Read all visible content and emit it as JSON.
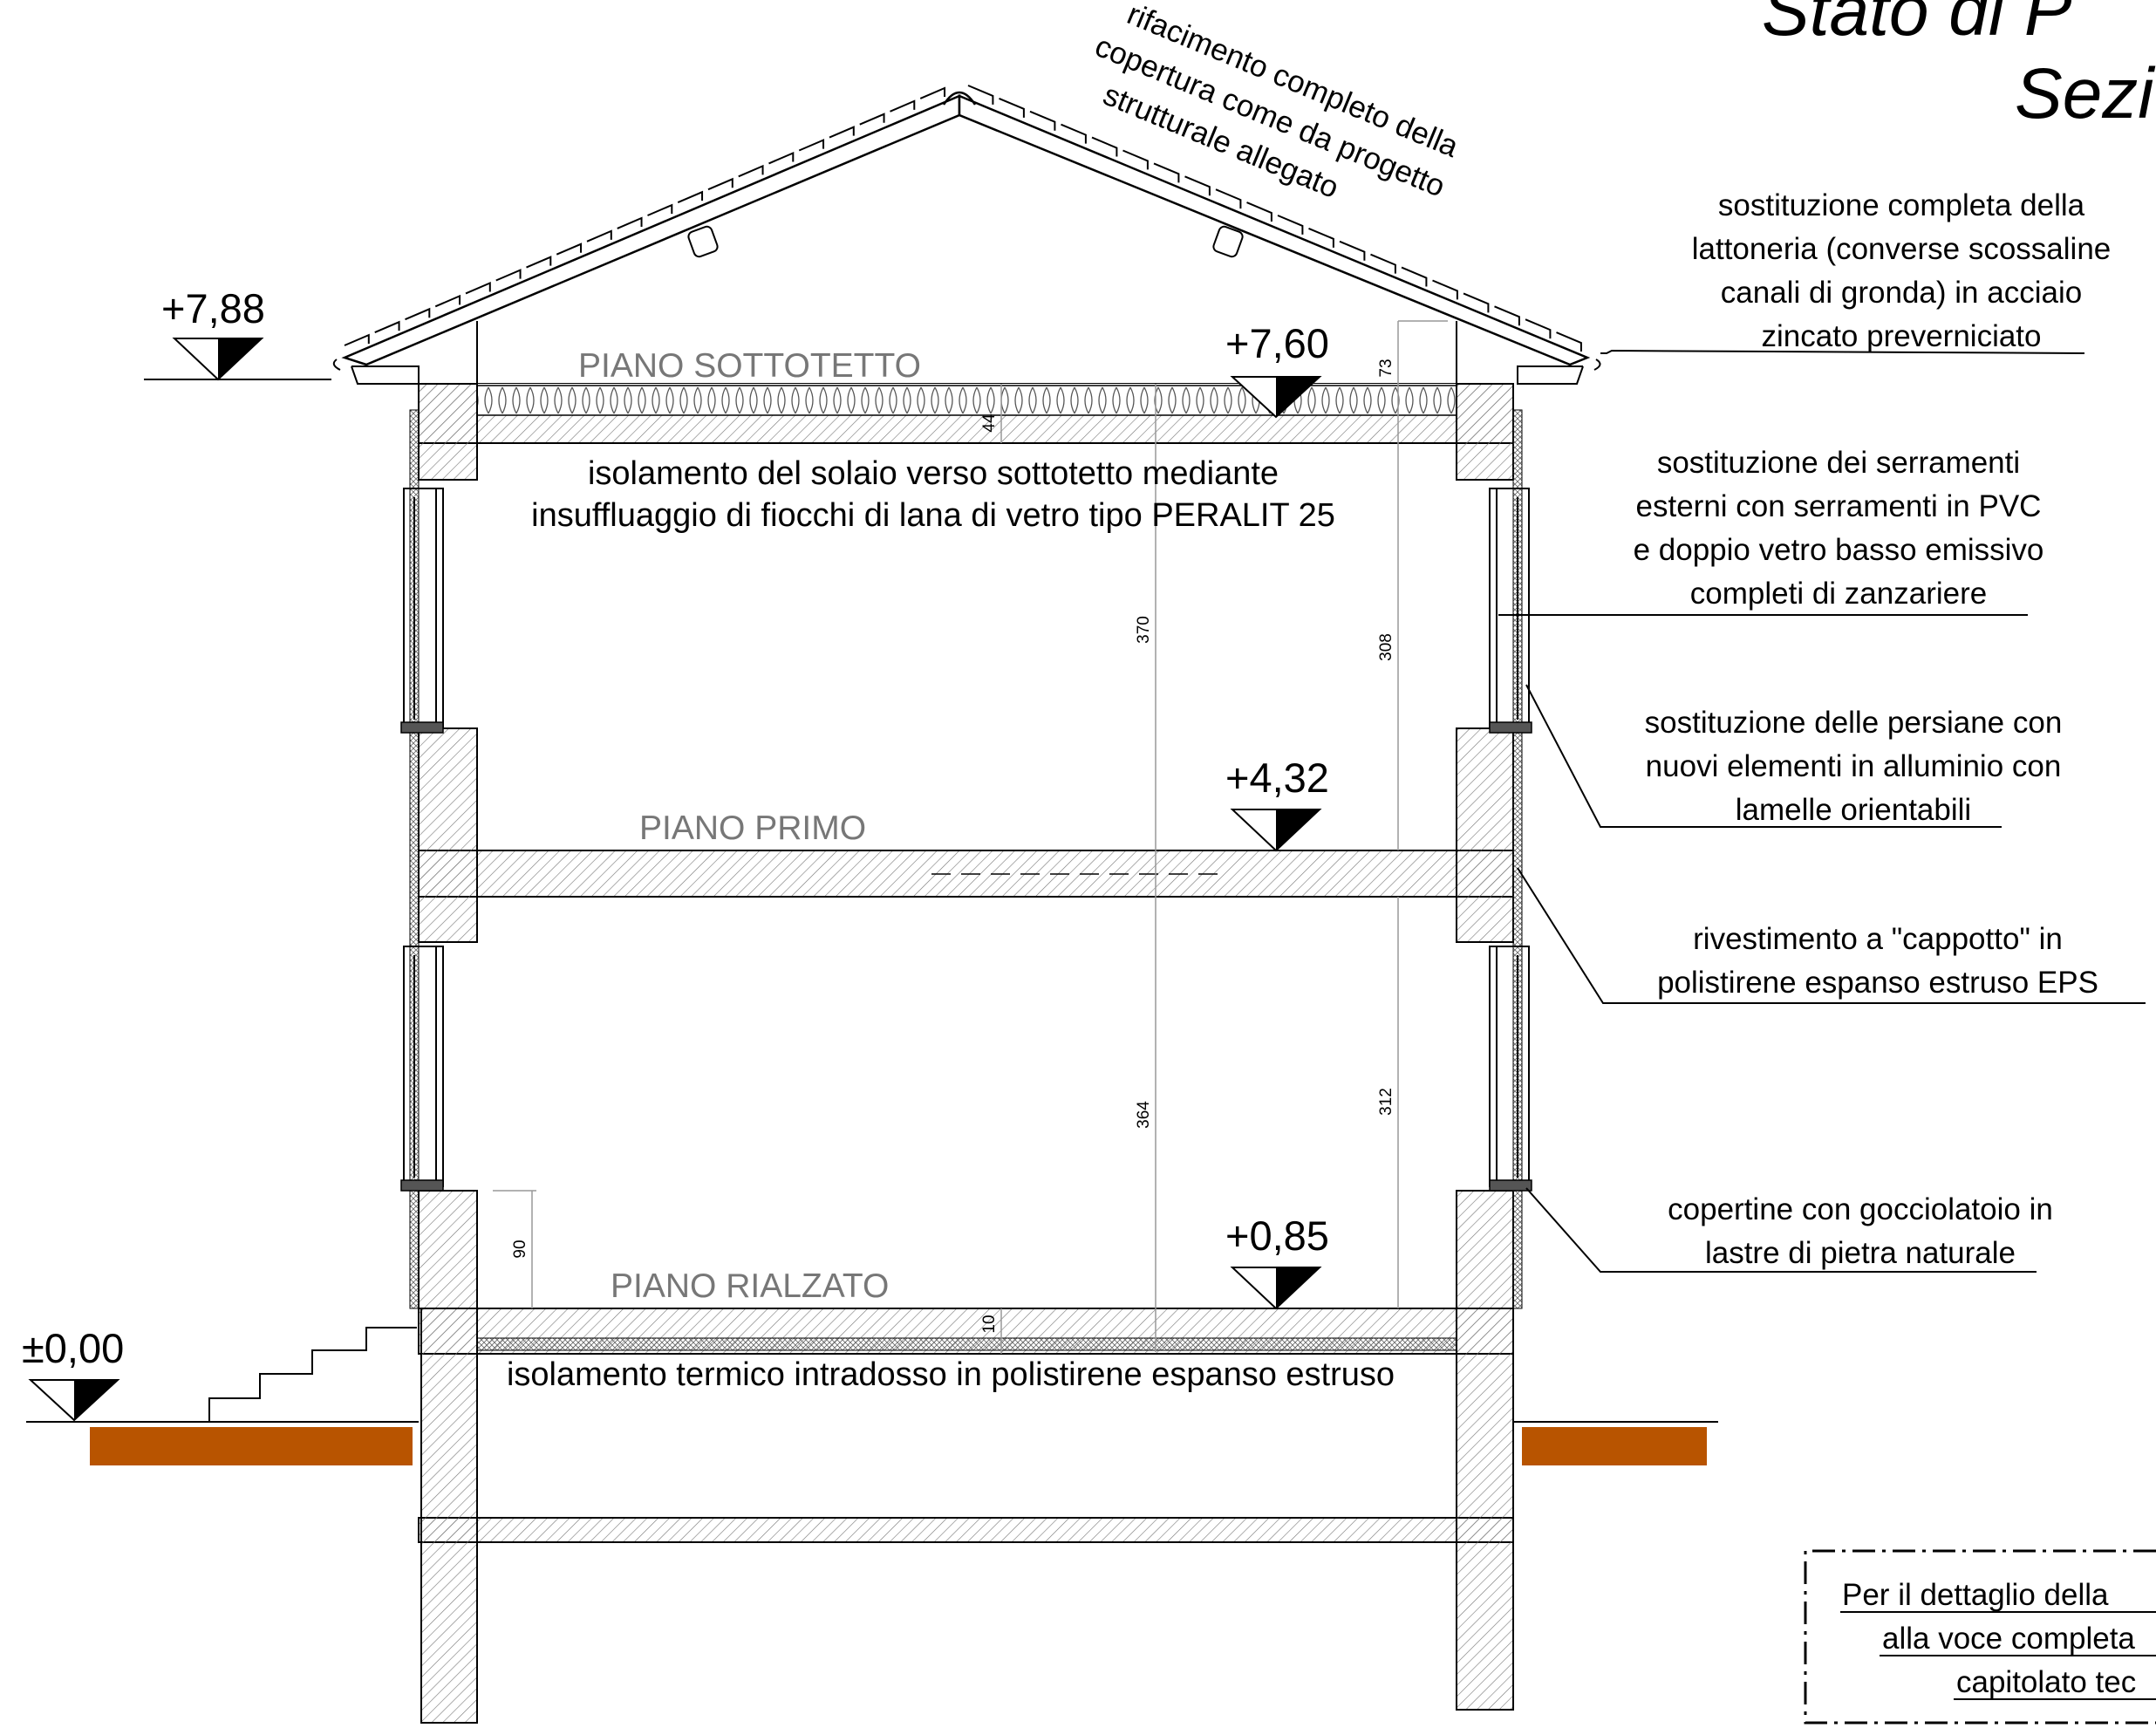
{
  "title": {
    "line1": "Stato di P",
    "line2": "Sezio"
  },
  "levels": {
    "attic_ridge": "+7,88",
    "attic": "+7,60",
    "first": "+4,32",
    "ground": "+0,85",
    "zero": "±0,00"
  },
  "floors": {
    "attic": "PIANO SOTTOTETTO",
    "first": "PIANO PRIMO",
    "ground": "PIANO RIALZATO"
  },
  "dimensions": {
    "d44": "44",
    "d73": "73",
    "d370": "370",
    "d308": "308",
    "d364": "364",
    "d312": "312",
    "d90": "90",
    "d10": "10"
  },
  "notes": {
    "roof": [
      "rifacimento completo della",
      "copertura come da progetto",
      "strutturale allegato"
    ],
    "attic_insulation": [
      "isolamento del solaio verso sottotetto mediante",
      "insuffluaggio di fiocchi di lana di vetro tipo PERALIT 25"
    ],
    "ground_insulation": "isolamento termico intradosso in polistirene espanso estruso",
    "gutters": [
      "sostituzione completa della",
      "lattoneria (converse scossaline",
      "canali di gronda) in acciaio",
      "zincato preverniciato"
    ],
    "windows": [
      "sostituzione dei serramenti",
      "esterni con serramenti in PVC",
      "e doppio vetro basso emissivo",
      "completi di zanzariere"
    ],
    "shutters": [
      "sostituzione delle persiane con",
      "nuovi elementi in alluminio con",
      "lamelle orientabili"
    ],
    "coat": [
      "rivestimento a \"cappotto\" in",
      "polistirene espanso estruso EPS"
    ],
    "sills": [
      "copertine con gocciolatoio in",
      "lastre di pietra naturale"
    ],
    "box": [
      "Per il dettaglio della",
      "alla voce completa",
      "capitolato tec"
    ]
  },
  "colors": {
    "foundation": "#B85400",
    "floor_label": "#777777"
  }
}
